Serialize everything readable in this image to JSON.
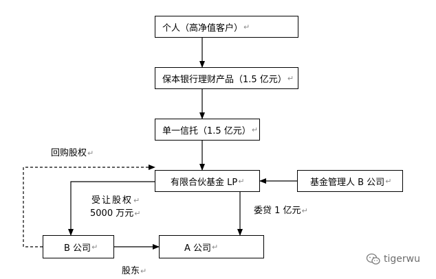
{
  "nodes": {
    "investor": "个人（高净值客户）",
    "bank_product": "保本银行理财产品（1.5 亿元）",
    "trust": "单一信托（1.5 亿元）",
    "lp_fund": "有限合伙基金 LP",
    "fund_manager": "基金管理人 B 公司",
    "company_b": "B 公司",
    "company_a": "A 公司"
  },
  "edge_labels": {
    "buyback": "回购股权",
    "transfer_line1": "受让股权",
    "transfer_line2": "5000 万元",
    "loan": "委贷 1 亿元",
    "shareholder": "股东"
  },
  "paragraph_mark": "↵",
  "watermark": {
    "text": "tigerwu",
    "icon": "wechat-icon"
  },
  "colors": {
    "line": "#000000",
    "watermark": "#6d6d6d"
  }
}
